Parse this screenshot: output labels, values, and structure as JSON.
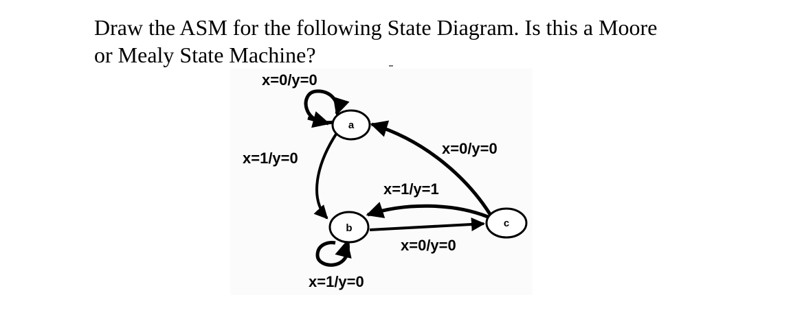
{
  "question": {
    "line1": "Draw the ASM for the following State Diagram. Is this a Moore",
    "line2": "or Mealy State Machine?"
  },
  "diagram": {
    "states": [
      {
        "id": "a",
        "label": "a"
      },
      {
        "id": "b",
        "label": "b"
      },
      {
        "id": "c",
        "label": "c"
      }
    ],
    "transitions": [
      {
        "from": "a",
        "to": "a",
        "label": "x=0/y=0"
      },
      {
        "from": "a",
        "to": "b",
        "label": "x=1/y=0"
      },
      {
        "from": "c",
        "to": "a",
        "label": "x=0/y=0"
      },
      {
        "from": "c",
        "to": "b",
        "label": "x=1/y=1"
      },
      {
        "from": "b",
        "to": "c",
        "label": "x=0/y=0"
      },
      {
        "from": "b",
        "to": "b",
        "label": "x=1/y=0"
      }
    ]
  }
}
